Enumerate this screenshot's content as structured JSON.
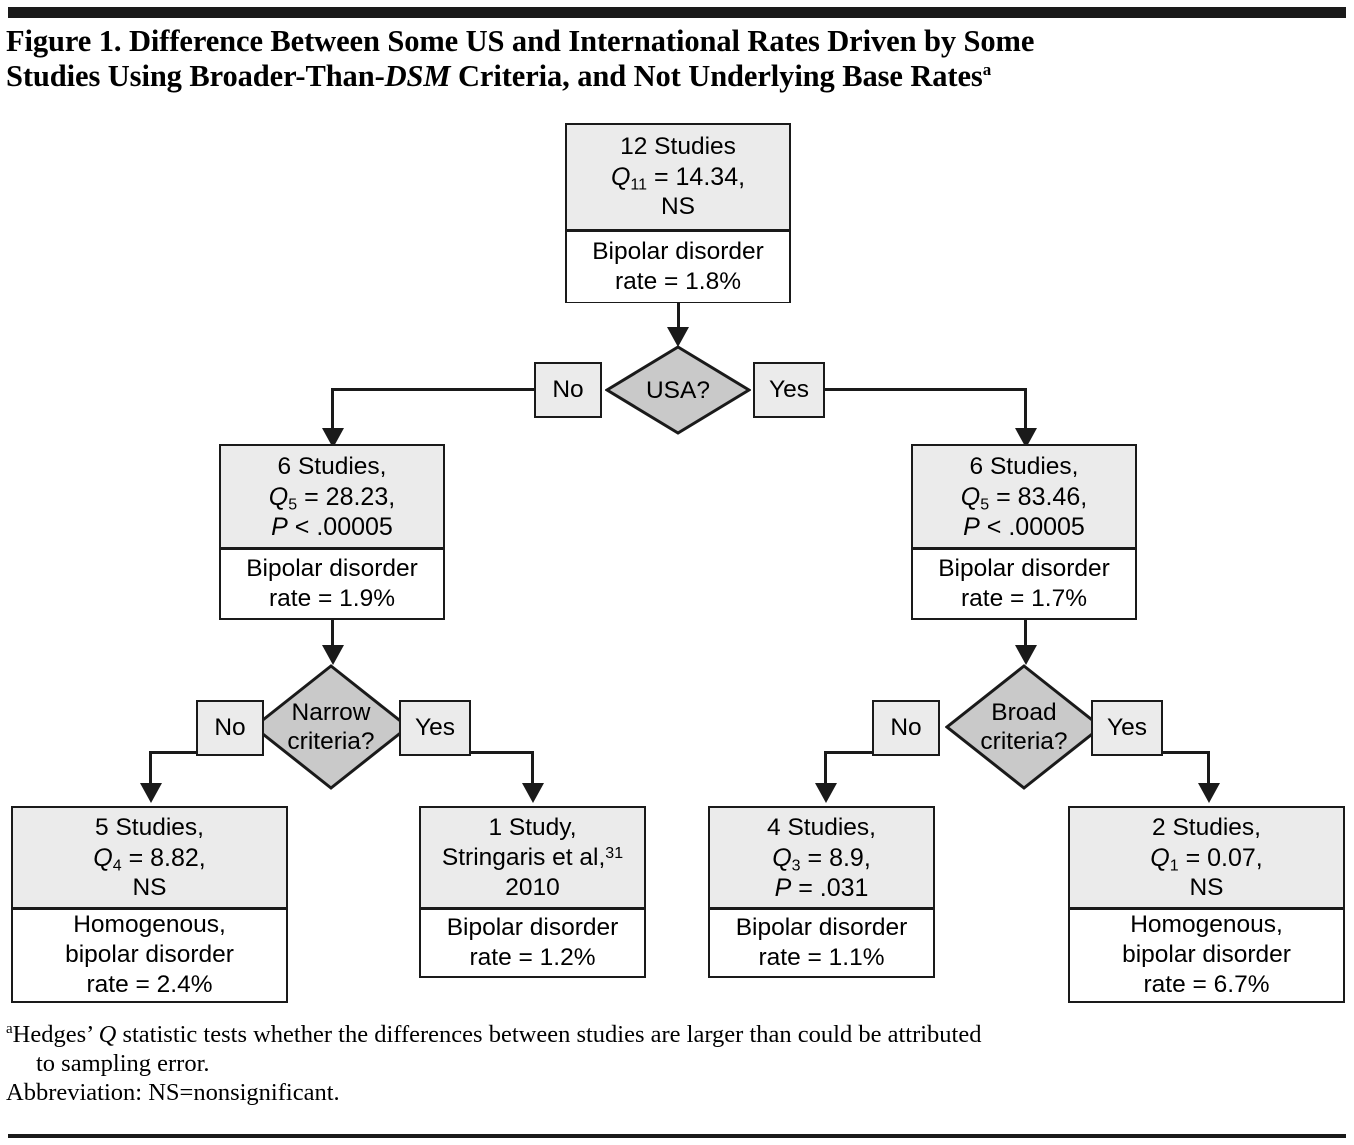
{
  "figure": {
    "title_line1": "Figure 1. Difference Between Some US and International Rates Driven by Some",
    "title_line2_a": "Studies Using Broader-Than-",
    "title_line2_italic": "DSM",
    "title_line2_b": " Criteria, and Not Underlying Base Rates",
    "title_superscript": "a",
    "footnote_superscript": "a",
    "footnote_line1_a": "Hedges’ ",
    "footnote_line1_italic": "Q",
    "footnote_line1_b": " statistic tests whether the differences between studies are larger than could be attributed",
    "footnote_line2": "to sampling error.",
    "footnote_line3": "Abbreviation: NS=nonsignificant."
  },
  "colors": {
    "rule": "#1a1a1a",
    "node_header_fill": "#ebebeb",
    "node_footer_fill": "#ffffff",
    "diamond_fill": "#c9c9c9",
    "label_fill": "#ebebeb",
    "stroke": "#1a1a1a"
  },
  "chart_data": {
    "type": "diagram",
    "title": "Difference Between Some US and International Rates Driven by Some Studies Using Broader-Than-DSM Criteria, and Not Underlying Base Rates",
    "nodes": [
      {
        "id": "root",
        "studies": "12 Studies",
        "q_symbol": "Q",
        "q_sub": "11",
        "q_rel": "=",
        "q_value": "14.34,",
        "sig": "NS",
        "footer": [
          "Bipolar disorder",
          "rate = 1.8%"
        ],
        "rate": 1.8,
        "n_studies": 12
      },
      {
        "id": "non_usa",
        "studies": "6 Studies,",
        "q_symbol": "Q",
        "q_sub": "5",
        "q_rel": "=",
        "q_value": "28.23,",
        "p_symbol": "P",
        "p_rel": "<",
        "p_value": ".00005",
        "footer": [
          "Bipolar disorder",
          "rate = 1.9%"
        ],
        "rate": 1.9,
        "n_studies": 6
      },
      {
        "id": "usa",
        "studies": "6 Studies,",
        "q_symbol": "Q",
        "q_sub": "5",
        "q_rel": "=",
        "q_value": "83.46,",
        "p_symbol": "P",
        "p_rel": "<",
        "p_value": ".00005",
        "footer": [
          "Bipolar disorder",
          "rate = 1.7%"
        ],
        "rate": 1.7,
        "n_studies": 6
      },
      {
        "id": "non_usa_not_narrow",
        "studies": "5 Studies,",
        "q_symbol": "Q",
        "q_sub": "4",
        "q_rel": "=",
        "q_value": "8.82,",
        "sig": "NS",
        "footer": [
          "Homogenous,",
          "bipolar disorder",
          "rate = 2.4%"
        ],
        "rate": 2.4,
        "n_studies": 5
      },
      {
        "id": "non_usa_narrow",
        "studies": "1 Study,",
        "citation": "Stringaris et al,",
        "citation_sup": "31",
        "year": "2010",
        "footer": [
          "Bipolar disorder",
          "rate = 1.2%"
        ],
        "rate": 1.2,
        "n_studies": 1
      },
      {
        "id": "usa_not_broad",
        "studies": "4 Studies,",
        "q_symbol": "Q",
        "q_sub": "3",
        "q_rel": "=",
        "q_value": "8.9,",
        "p_symbol": "P",
        "p_rel": "=",
        "p_value": ".031",
        "footer": [
          "Bipolar disorder",
          "rate = 1.1%"
        ],
        "rate": 1.1,
        "n_studies": 4
      },
      {
        "id": "usa_broad",
        "studies": "2 Studies,",
        "q_symbol": "Q",
        "q_sub": "1",
        "q_rel": "=",
        "q_value": "0.07,",
        "sig": "NS",
        "footer": [
          "Homogenous,",
          "bipolar disorder",
          "rate = 6.7%"
        ],
        "rate": 6.7,
        "n_studies": 2
      }
    ],
    "decisions": [
      {
        "id": "usa_q",
        "label_line1": "USA?",
        "label_line2": "",
        "no": "No",
        "yes": "Yes"
      },
      {
        "id": "narrow_q",
        "label_line1": "Narrow",
        "label_line2": "criteria?",
        "no": "No",
        "yes": "Yes"
      },
      {
        "id": "broad_q",
        "label_line1": "Broad",
        "label_line2": "criteria?",
        "no": "No",
        "yes": "Yes"
      }
    ]
  }
}
